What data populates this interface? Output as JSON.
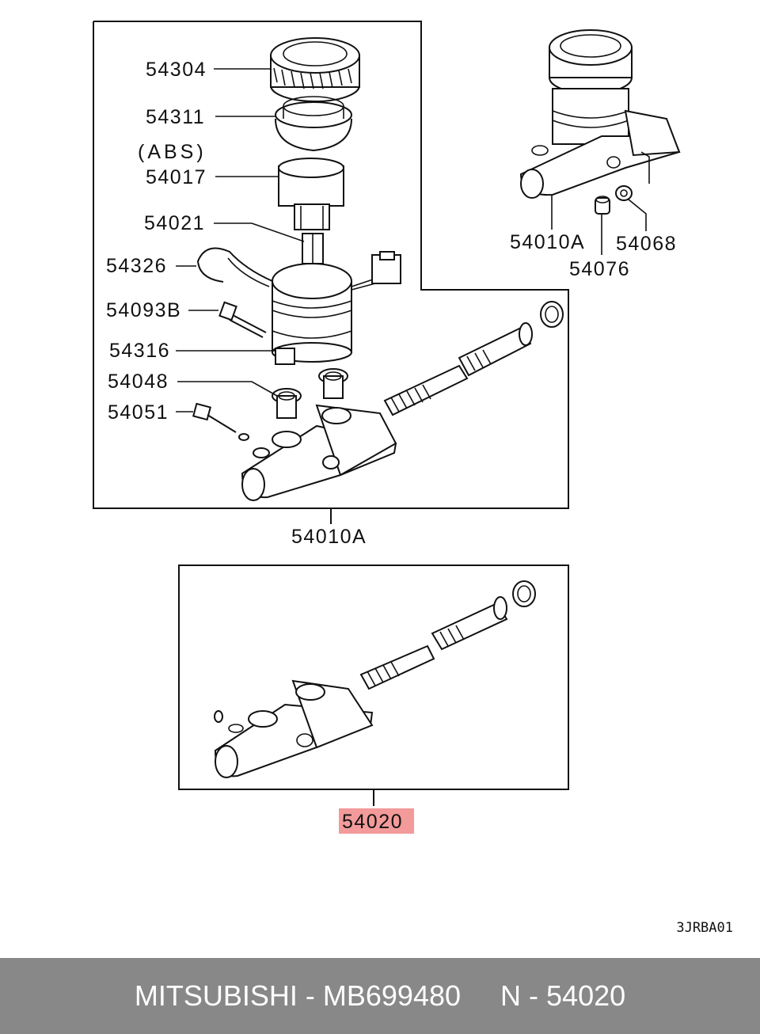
{
  "callouts": {
    "c54304": "54304",
    "c54311": "54311",
    "abs": "(ABS)",
    "c54017": "54017",
    "c54021": "54021",
    "c54326": "54326",
    "c54093b": "54093B",
    "c54316": "54316",
    "c54048": "54048",
    "c54051": "54051",
    "c54010a_main": "54010A",
    "c54010a_side": "54010A",
    "c54076": "54076",
    "c54068": "54068",
    "c54020": "54020"
  },
  "ref_code": "3JRBA01",
  "footer": {
    "brand": "MITSUBISHI",
    "separator1": " - ",
    "part_number": "MB699480",
    "gap": "     ",
    "ref_prefix": "N",
    "separator2": " - ",
    "ref_number": "54020"
  },
  "colors": {
    "highlight": "#f39a9a",
    "footer_bg": "#888888",
    "footer_text": "#ffffff"
  }
}
